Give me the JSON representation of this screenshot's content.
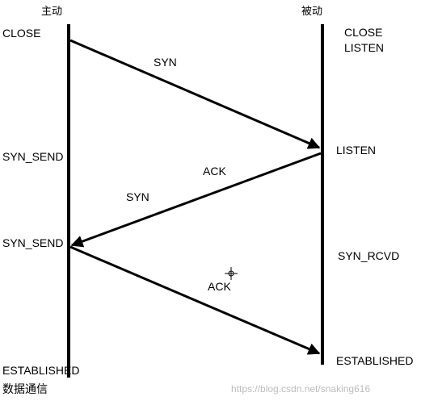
{
  "headers": {
    "active": "主动",
    "passive": "被动"
  },
  "active_states": [
    "CLOSE",
    "SYN_SEND",
    "SYN_SEND",
    "ESTABLISHED",
    "数据通信"
  ],
  "passive_states": [
    "CLOSE",
    "LISTEN",
    "LISTEN",
    "SYN_RCVD",
    "ESTABLISHED"
  ],
  "messages": {
    "m1": "SYN",
    "m2_ack": "ACK",
    "m2_syn": "SYN",
    "m3": "ACK"
  },
  "watermark": "https://blog.csdn.net/snaking616",
  "colors": {
    "line": "#000000",
    "watermark": "#bdbdbd"
  }
}
